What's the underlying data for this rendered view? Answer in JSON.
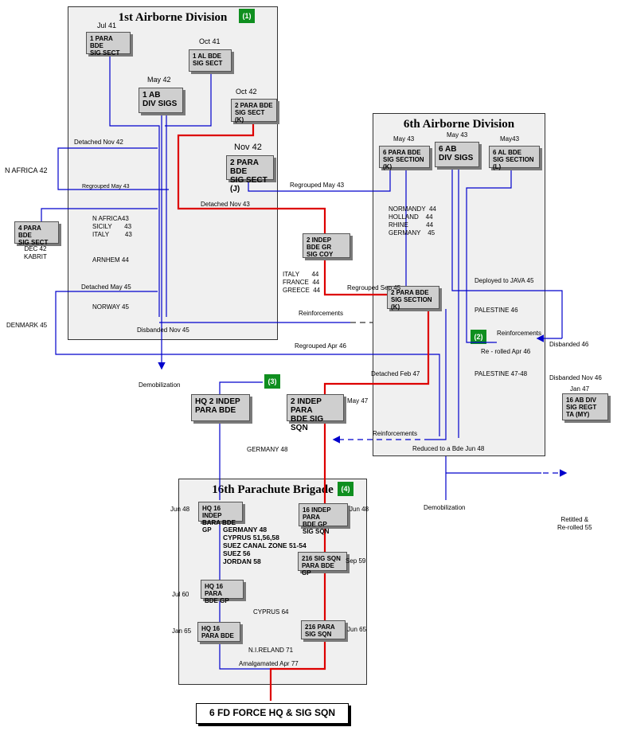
{
  "panels": {
    "first_ab": {
      "title": "1st Airborne Division",
      "badge": "(1)"
    },
    "sixth_ab": {
      "title": "6th Airborne Division",
      "badge": "(2)"
    },
    "sixteenth": {
      "title": "16th Parachute Brigade",
      "badge": "(4)"
    },
    "note3": {
      "badge": "(3)"
    }
  },
  "boxes": {
    "para_bde_1": "1 PARA BDE\nSIG SECT",
    "al_bde_1": "1 AL BDE\nSIG SECT",
    "ab_div_sigs_1": "1 AB\nDIV SIGS",
    "para_bde_2k": "2 PARA BDE\nSIG SECT (K)",
    "para_bde_2j": "2 PARA BDE\nSIG SECT (J)",
    "para_bde_4": "4 PARA BDE\nSIG SECT",
    "indep_bde_2": "2 INDEP\nBDE GR\nSIG COY",
    "para_bde_6k": "6 PARA BDE\nSIG SECTION (K)",
    "ab_div_sigs_6": "6 AB\nDIV SIGS",
    "al_bde_6l": "6 AL BDE\nSIG SECTION (L)",
    "para_bde_2k_sec": "2 PARA BDE\nSIG SECTION (K)",
    "ab_div_16": "16 AB DIV\nSIG REGT\nTA (MY)",
    "hq2_indep": "HQ 2 INDEP\nPARA BDE",
    "indep_para_2": "2 INDEP PARA\nBDE  SIG SQN",
    "hq16_indep": "HQ 16 INDEP\nBARA BDE GP",
    "indep_para_16": "16 INDEP PARA\nBDE GP\nSIG SQN",
    "sig_sqn_216": "216 SIG SQN\nPARA BDE GP",
    "hq16_para_gp": "HQ 16 PARA\nBDE GP",
    "hq16_para": "HQ 16\nPARA BDE",
    "para_216": "216 PARA\nSIG SQN",
    "final": "6 FD FORCE HQ & SIG SQN"
  },
  "labels": {
    "jul41": "Jul 41",
    "oct41": "Oct 41",
    "may42": "May 42",
    "oct42": "Oct 42",
    "nov42": "Nov 42",
    "detached_nov42": "Detached Nov 42",
    "n_africa42": "N AFRICA 42",
    "regrouped_may43_a": "Regrouped May 43",
    "dec42": "DEC 42\nKABRIT",
    "campaign_1": "N AFRICA43\nSICILY       43\nITALY         43",
    "arnhem": "ARNHEM 44",
    "detached_nov43": "Detached Nov 43",
    "detached_may45": "Detached May 45",
    "norway": "NORWAY 45",
    "denmark": "DENMARK 45",
    "disbanded_nov45": "Disbanded Nov 45",
    "demob_1": "Demobilization",
    "reinforcements_1": "Reinforcements",
    "regrouped_may43_b": "Regrouped May 43",
    "italy44": "ITALY       44\nFRANCE  44\nGREECE  44",
    "regrouped_sep45": "Regrouped Sep 45",
    "regrouped_apr46": "Regrouped Apr 46",
    "may43_a": "May 43",
    "may43_b": "May 43",
    "may43_c": "May43",
    "campaign_6": "NORMANDY  44\nHOLLAND    44\nRHINE          44\nGERMANY    45",
    "deployed_java": "Deployed to JAVA 45",
    "palestine46": "PALESTINE 46",
    "reinforcements_2": "Reinforcements",
    "disbanded46": "Disbanded 46",
    "rerolled_apr46": "Re - rolled Apr 46",
    "detached_feb47": "Detached Feb 47",
    "palestine4748": "PALESTINE 47-48",
    "disbanded_nov46": "Disbanded Nov 46",
    "jan47": "Jan 47",
    "may47": "May 47",
    "reinforcements_3": "Reinforcements",
    "reduced": "Reduced to a Bde Jun 48",
    "germany48": "GERMANY 48",
    "demob_2": "Demobilization",
    "retitled": "Retitled &\nRe-rolled 55",
    "jun48_a": "Jun 48",
    "jun48_b": "Jun 48",
    "campaign_16": "GERMANY 48\nCYPRUS 51,56,58\nSUEZ CANAL ZONE 51-54\nSUEZ 56\nJORDAN 58",
    "sep59": "Sep 59",
    "jul60": "Jul 60",
    "cyprus64": "CYPRUS 64",
    "jan65": "Jan 65",
    "jun65": "Jun 65",
    "ni71": "N.I.RELAND 71",
    "amalgamated": "Amalgamated Apr 77"
  },
  "colors": {
    "blue": "#0000cc",
    "red": "#dd0000",
    "badge": "#0f8f1f",
    "panel": "#f0f0f0",
    "box": "#cfcfcf"
  }
}
